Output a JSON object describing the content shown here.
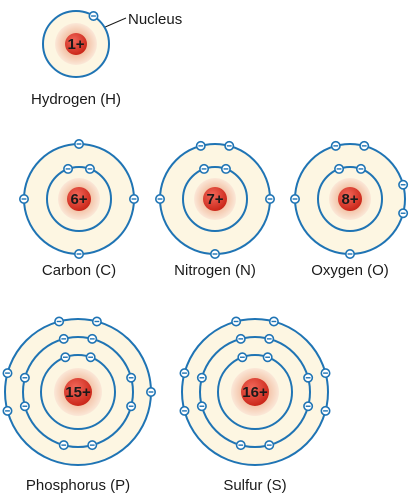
{
  "callout": {
    "text": "Nucleus"
  },
  "atoms": [
    {
      "key": "hydrogen",
      "name": "Hydrogen (H)",
      "charge": "1+",
      "shells": [
        1
      ]
    },
    {
      "key": "carbon",
      "name": "Carbon (C)",
      "charge": "6+",
      "shells": [
        2,
        4
      ]
    },
    {
      "key": "nitrogen",
      "name": "Nitrogen (N)",
      "charge": "7+",
      "shells": [
        2,
        5
      ]
    },
    {
      "key": "oxygen",
      "name": "Oxygen (O)",
      "charge": "8+",
      "shells": [
        2,
        6
      ]
    },
    {
      "key": "phosphorus",
      "name": "Phosphorus (P)",
      "charge": "15+",
      "shells": [
        2,
        8,
        5
      ]
    },
    {
      "key": "sulfur",
      "name": "Sulfur (S)",
      "charge": "16+",
      "shells": [
        2,
        8,
        6
      ]
    }
  ],
  "colors": {
    "shell": "#1f74b4",
    "shell_fill": "#fdf6e2",
    "nucleus": "#d92b1f",
    "nucleus_glow": "#f6cdb9",
    "electron_fill": "#ffffff"
  },
  "icons": {
    "electron": "electron-dot-icon",
    "nucleus": "nucleus-icon"
  }
}
